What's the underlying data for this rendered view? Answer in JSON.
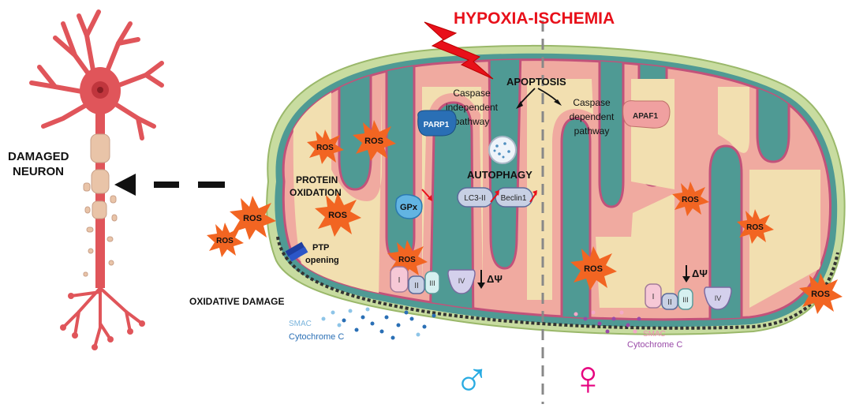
{
  "title": "HYPOXIA-ISCHEMIA",
  "neuron": {
    "label_line1": "DAMAGED",
    "label_line2": "NEURON"
  },
  "labels": {
    "apoptosis": "APOPTOSIS",
    "caspase_indep_1": "Caspase",
    "caspase_indep_2": "independent",
    "caspase_indep_3": "pathway",
    "caspase_dep_1": "Caspase",
    "caspase_dep_2": "dependent",
    "caspase_dep_3": "pathway",
    "parp1": "PARP1",
    "apaf1": "APAF1",
    "autophagy": "AUTOPHAGY",
    "lc3": "LC3-II",
    "beclin": "Beclin1",
    "gpx": "GPx",
    "protein_ox_1": "PROTEIN",
    "protein_ox_2": "OXIDATION",
    "ptp_1": "PTP",
    "ptp_2": "opening",
    "oxidative_damage": "OXIDATIVE DAMAGE",
    "delta_psi": "ΔΨ",
    "ros": "ROS"
  },
  "complexes": [
    "I",
    "II",
    "III",
    "IV"
  ],
  "release": {
    "male": {
      "smac": "SMAC",
      "cytochrome": "Cytochrome C"
    },
    "female": {
      "smac": "SMAC",
      "cytochrome": "Cytochrome C"
    }
  },
  "symbols": {
    "male": "♂",
    "female": "♀"
  },
  "colors": {
    "title_red": "#e8101a",
    "ros": "#f26522",
    "male_blue": "#29abe2",
    "female_pink": "#e6007e",
    "membrane_teal": "#4f9a94",
    "matrix": "#f2dfb0",
    "crista_pink": "#f0aaa0",
    "neuron_red": "#e0555a"
  }
}
